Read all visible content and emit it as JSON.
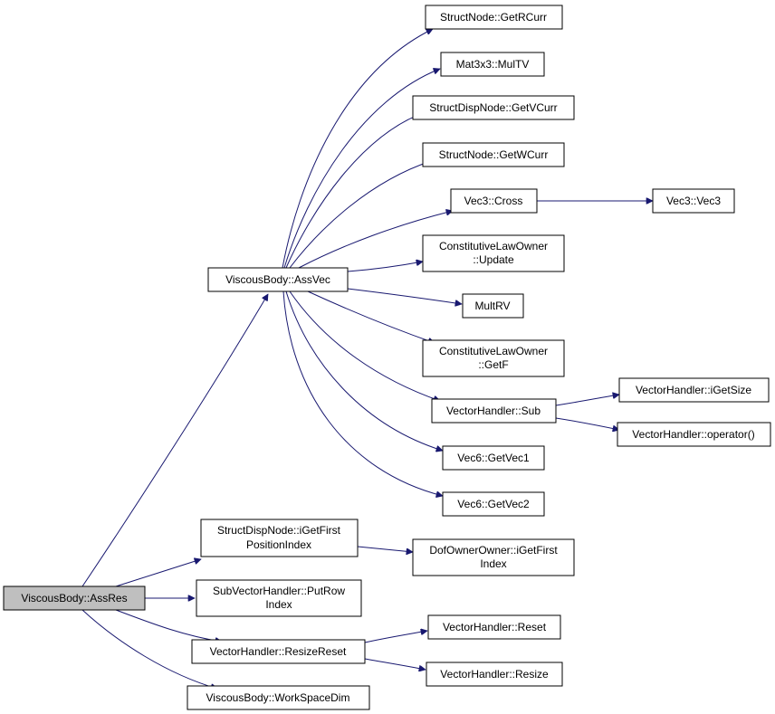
{
  "colors": {
    "edge": "#191970",
    "root_fill": "#bfbfbf",
    "node_fill": "#ffffff",
    "border": "#000000"
  },
  "nodes": {
    "assres": {
      "lines": [
        "ViscousBody::AssRes"
      ],
      "root": true
    },
    "assvec": {
      "lines": [
        "ViscousBody::AssVec"
      ]
    },
    "getrcurr": {
      "lines": [
        "StructNode::GetRCurr"
      ]
    },
    "multv": {
      "lines": [
        "Mat3x3::MulTV"
      ]
    },
    "getvcurr": {
      "lines": [
        "StructDispNode::GetVCurr"
      ]
    },
    "getwcurr": {
      "lines": [
        "StructNode::GetWCurr"
      ]
    },
    "cross": {
      "lines": [
        "Vec3::Cross"
      ]
    },
    "vec3": {
      "lines": [
        "Vec3::Vec3"
      ]
    },
    "update": {
      "lines": [
        "ConstitutiveLawOwner",
        "::Update"
      ]
    },
    "multrv": {
      "lines": [
        "MultRV"
      ]
    },
    "getf": {
      "lines": [
        "ConstitutiveLawOwner",
        "::GetF"
      ]
    },
    "sub": {
      "lines": [
        "VectorHandler::Sub"
      ]
    },
    "igetsize": {
      "lines": [
        "VectorHandler::iGetSize"
      ]
    },
    "operator": {
      "lines": [
        "VectorHandler::operator()"
      ]
    },
    "getvec1": {
      "lines": [
        "Vec6::GetVec1"
      ]
    },
    "getvec2": {
      "lines": [
        "Vec6::GetVec2"
      ]
    },
    "igetfirstpos": {
      "lines": [
        "StructDispNode::iGetFirst",
        "PositionIndex"
      ]
    },
    "dofowner": {
      "lines": [
        "DofOwnerOwner::iGetFirst",
        "Index"
      ]
    },
    "putrow": {
      "lines": [
        "SubVectorHandler::PutRow",
        "Index"
      ]
    },
    "resizereset": {
      "lines": [
        "VectorHandler::ResizeReset"
      ]
    },
    "reset": {
      "lines": [
        "VectorHandler::Reset"
      ]
    },
    "resize": {
      "lines": [
        "VectorHandler::Resize"
      ]
    },
    "workspace": {
      "lines": [
        "ViscousBody::WorkSpaceDim"
      ]
    }
  },
  "edges": [
    [
      "assres",
      "assvec"
    ],
    [
      "assres",
      "igetfirstpos"
    ],
    [
      "assres",
      "putrow"
    ],
    [
      "assres",
      "resizereset"
    ],
    [
      "assres",
      "workspace"
    ],
    [
      "assvec",
      "getrcurr"
    ],
    [
      "assvec",
      "multv"
    ],
    [
      "assvec",
      "getvcurr"
    ],
    [
      "assvec",
      "getwcurr"
    ],
    [
      "assvec",
      "cross"
    ],
    [
      "assvec",
      "update"
    ],
    [
      "assvec",
      "multrv"
    ],
    [
      "assvec",
      "getf"
    ],
    [
      "assvec",
      "sub"
    ],
    [
      "assvec",
      "getvec1"
    ],
    [
      "assvec",
      "getvec2"
    ],
    [
      "cross",
      "vec3"
    ],
    [
      "sub",
      "igetsize"
    ],
    [
      "sub",
      "operator"
    ],
    [
      "igetfirstpos",
      "dofowner"
    ],
    [
      "resizereset",
      "reset"
    ],
    [
      "resizereset",
      "resize"
    ]
  ]
}
